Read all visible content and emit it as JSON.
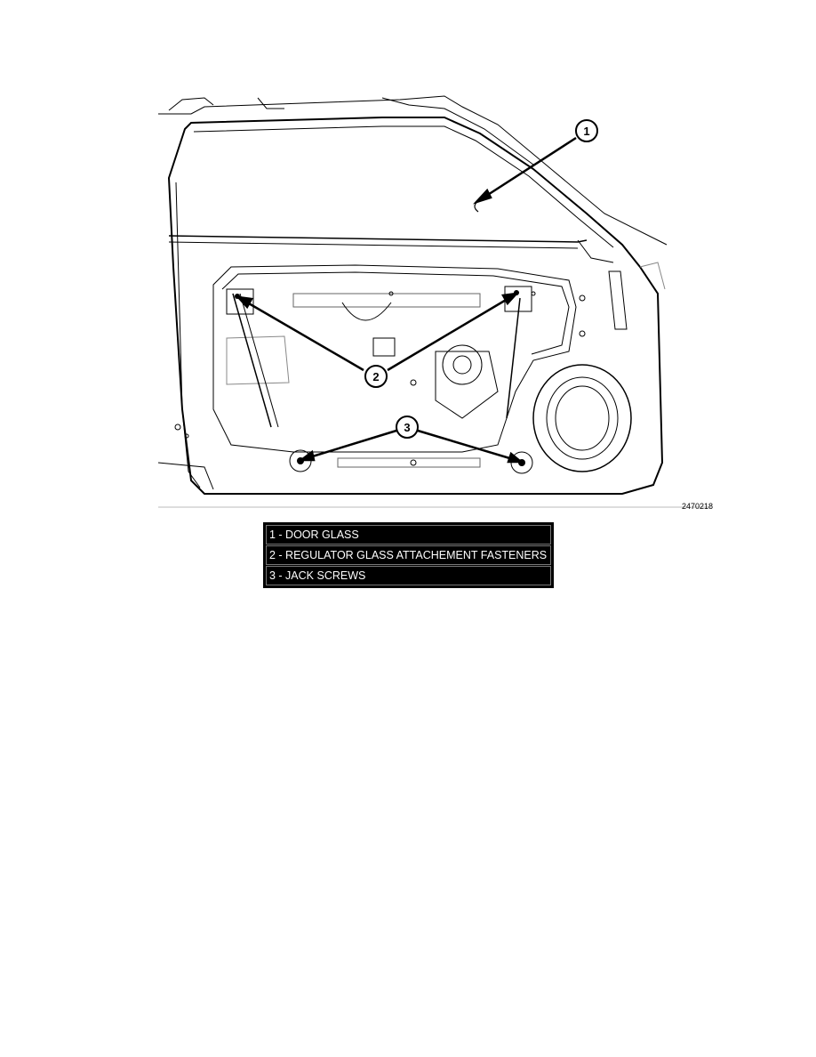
{
  "diagram": {
    "figure_id": "2470218",
    "callouts": [
      {
        "number": "1",
        "label": "DOOR GLASS"
      },
      {
        "number": "2",
        "label": "REGULATOR GLASS ATTACHEMENT FASTENERS"
      },
      {
        "number": "3",
        "label": "JACK SCREWS"
      }
    ]
  },
  "legend": {
    "rows": [
      "1 - DOOR GLASS",
      "2 - REGULATOR GLASS ATTACHEMENT FASTENERS",
      "3 - JACK SCREWS"
    ]
  }
}
